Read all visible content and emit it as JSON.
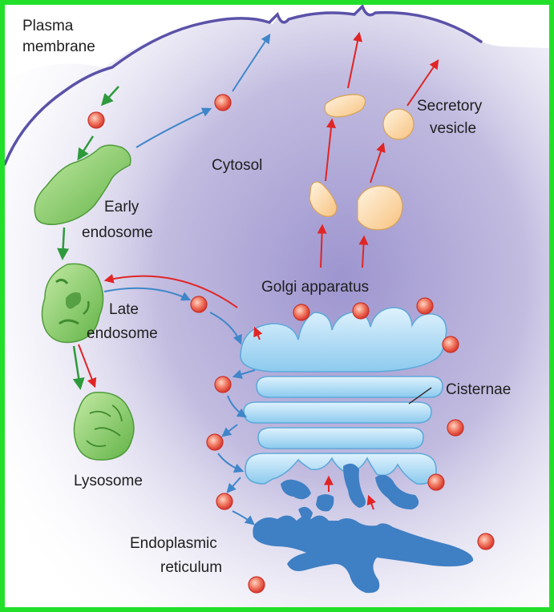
{
  "labels": {
    "plasma_membrane_1": "Plasma",
    "plasma_membrane_2": "membrane",
    "cytosol": "Cytosol",
    "secretory_vesicle_1": "Secretory",
    "secretory_vesicle_2": "vesicle",
    "early_endosome_1": "Early",
    "early_endosome_2": "endosome",
    "late_endosome_1": "Late",
    "late_endosome_2": "endosome",
    "golgi_apparatus": "Golgi apparatus",
    "cisternae": "Cisternae",
    "lysosome": "Lysosome",
    "endoplasmic_reticulum_1": "Endoplasmic",
    "endoplasmic_reticulum_2": "reticulum"
  },
  "colors": {
    "frame_border": "#22e02a",
    "cytosol": "#c9c4e3",
    "membrane": "#5a52a8",
    "endosome_green": "#7cc85e",
    "golgi_blue": "#a9d8f2",
    "er_blue": "#3f7fc4",
    "vesicle_orange": "#fcd9a3",
    "particle_red": "#e6473d",
    "arrow_green": "#2e9a3c",
    "arrow_blue": "#3f86c9",
    "arrow_red": "#e02525"
  }
}
